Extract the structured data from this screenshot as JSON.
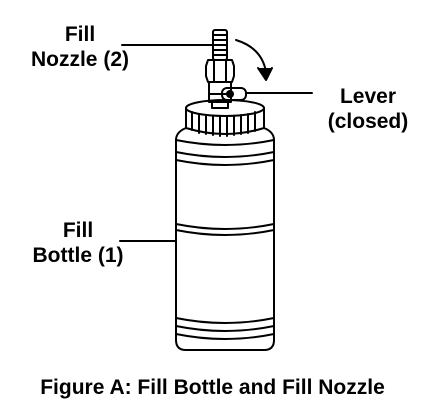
{
  "labels": {
    "fill_nozzle": {
      "line1": "Fill",
      "line2": "Nozzle (2)"
    },
    "lever": {
      "line1": "Lever",
      "line2": "(closed)"
    },
    "fill_bottle": {
      "line1": "Fill",
      "line2": "Bottle (1)"
    }
  },
  "caption": "Figure A:  Fill Bottle and Fill Nozzle"
}
